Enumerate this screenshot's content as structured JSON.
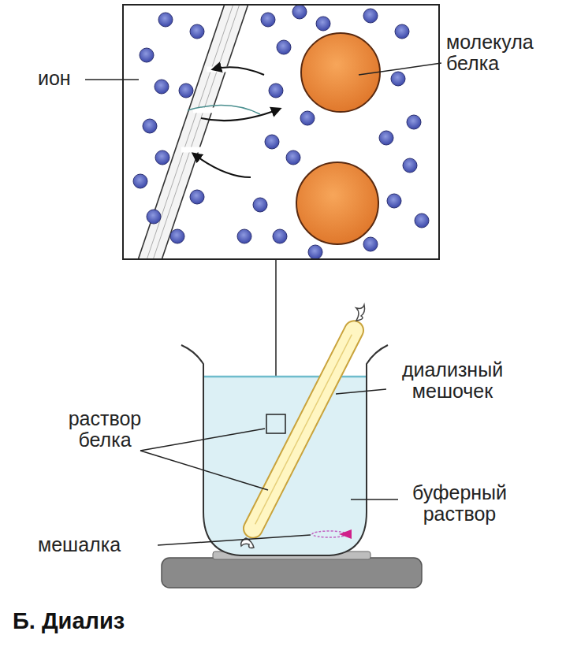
{
  "diagram": {
    "caption": "Б. Диализ",
    "labels": [
      "ион",
      "молекула белка",
      "раствор белка",
      "диализный мешочек",
      "буферный раствор",
      "мешалка"
    ]
  }
}
